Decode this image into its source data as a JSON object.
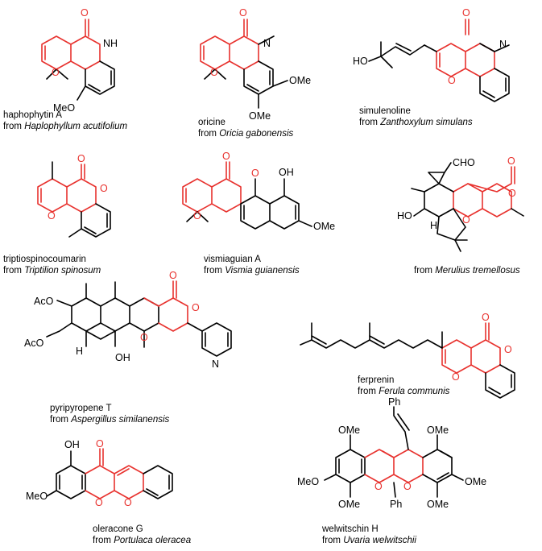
{
  "compounds": [
    {
      "name": "haphophytin A",
      "from_prefix": "from ",
      "source": "Haplophyllum acutifolium"
    },
    {
      "name": "oricine",
      "from_prefix": "from ",
      "source": "Oricia gabonensis"
    },
    {
      "name": "simulenoline",
      "from_prefix": "from ",
      "source": "Zanthoxylum simulans"
    },
    {
      "name": "triptiospinocoumarin",
      "from_prefix": "from ",
      "source": "Triptilion spinosum"
    },
    {
      "name": "vismiaguian A",
      "from_prefix": "from ",
      "source": "Vismia guianensis"
    },
    {
      "name": "",
      "from_prefix": "from ",
      "source": "Merulius tremellosus"
    },
    {
      "name": "pyripyropene T",
      "from_prefix": "from ",
      "source": "Aspergillus similanensis"
    },
    {
      "name": "ferprenin",
      "from_prefix": "from ",
      "source": "Ferula communis"
    },
    {
      "name": "oleracone G",
      "from_prefix": "from ",
      "source": "Portulaca oleracea"
    },
    {
      "name": "welwitschin H",
      "from_prefix": "from ",
      "source": "Uvaria welwitschii"
    }
  ],
  "atoms": {
    "O": "O",
    "N": "N",
    "NH": "NH",
    "HO": "HO",
    "OH": "OH",
    "H": "H",
    "MeO": "MeO",
    "OMe": "OMe",
    "CHO": "CHO",
    "AcO": "AcO",
    "Ph": "Ph"
  },
  "colors": {
    "highlight": "#e8322e",
    "ink": "#000000"
  }
}
